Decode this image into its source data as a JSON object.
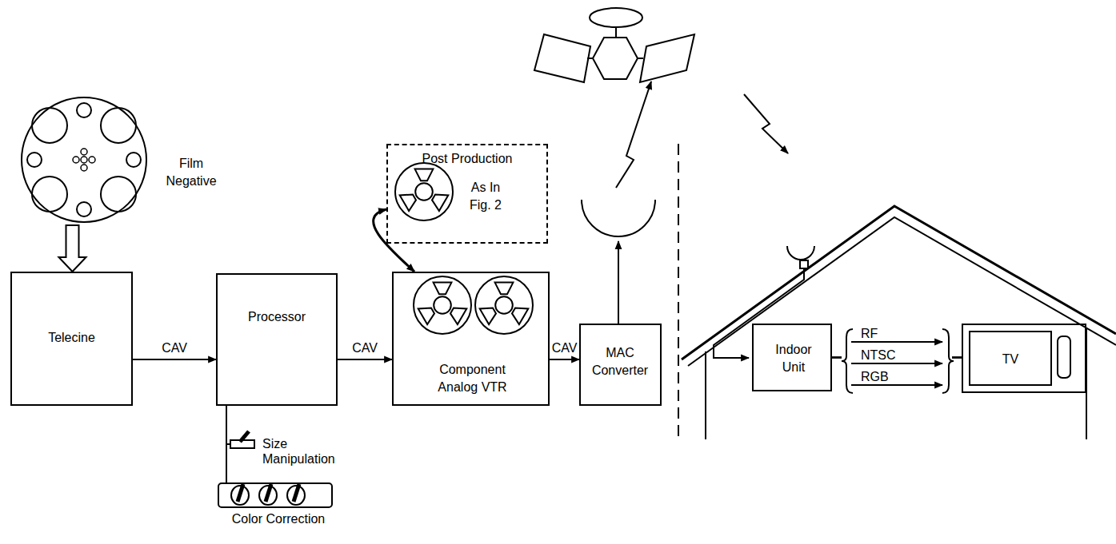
{
  "diagram": {
    "nodes": [
      {
        "text": [
          "Film Negative"
        ]
      },
      {
        "text": [
          "Telecine"
        ]
      },
      {
        "text": [
          "Processor"
        ]
      },
      {
        "text": [
          "Post Production",
          "As In Fig. 2"
        ]
      },
      {
        "text": [
          "Component Analog VTR"
        ]
      },
      {
        "text": [
          "MAC Converter"
        ]
      },
      {
        "text": [
          "Indoor Unit"
        ]
      },
      {
        "text": [
          "TV"
        ]
      }
    ],
    "edges": [
      {
        "from": 0,
        "to": 1,
        "arrow": "to"
      },
      {
        "from": 1,
        "to": 2,
        "label": "CAV",
        "arrow": "to"
      },
      {
        "from": 2,
        "to": 4,
        "label": "CAV",
        "arrow": "to"
      },
      {
        "from": 3,
        "to": 4,
        "arrow": "both"
      },
      {
        "from": 4,
        "to": 5,
        "label": "CAV",
        "arrow": "to"
      },
      {
        "from": 6,
        "to": 7,
        "label": "RF",
        "arrow": "to"
      },
      {
        "from": 6,
        "to": 7,
        "label": "NTSC",
        "arrow": "to"
      },
      {
        "from": 6,
        "to": 7,
        "label": "RGB",
        "arrow": "to"
      }
    ],
    "labels": [
      "Size Manipulation",
      "Color Correction"
    ]
  }
}
